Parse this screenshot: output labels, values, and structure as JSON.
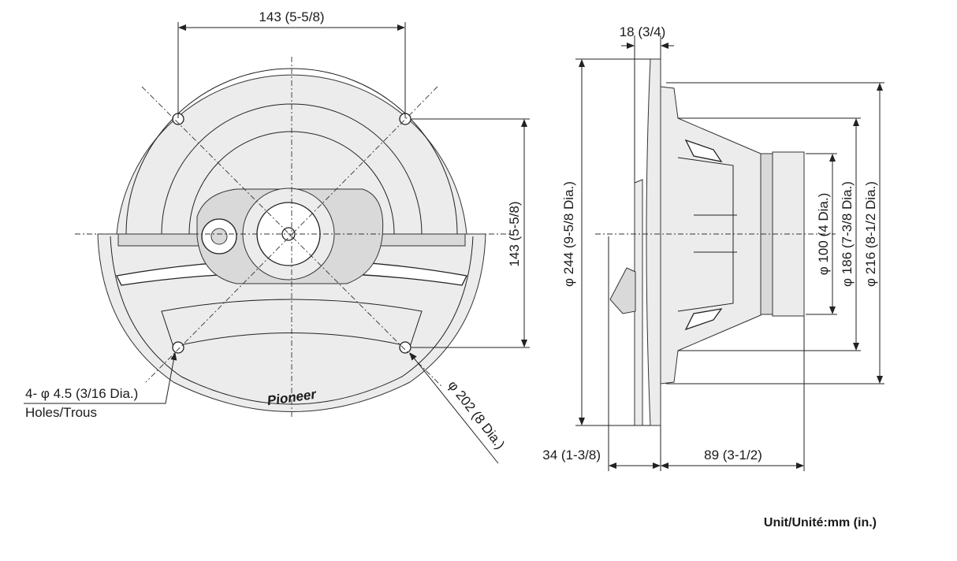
{
  "front_view": {
    "width_dim": "143 (5-5/8)",
    "height_dim": "143 (5-5/8)",
    "bolt_circle_dim": "φ 202 (8 Dia.)",
    "holes_line1": "4- φ 4.5 (3/16 Dia.)",
    "holes_line2": "Holes/Trous",
    "logo_text": "Pioneer"
  },
  "side_view": {
    "flange_thickness_dim": "18 (3/4)",
    "outer_dia_dim": "φ 244 (9-5/8 Dia.)",
    "magnet_dia_dim": "φ 100 (4 Dia.)",
    "basket_dia_dim": "φ 186 (7-3/8 Dia.)",
    "cutout_dia_dim": "φ 216 (8-1/2 Dia.)",
    "protrusion_dim": "34 (1-3/8)",
    "mount_depth_dim": "89 (3-1/2)"
  },
  "unit_note": "Unit/Unité:mm (in.)"
}
